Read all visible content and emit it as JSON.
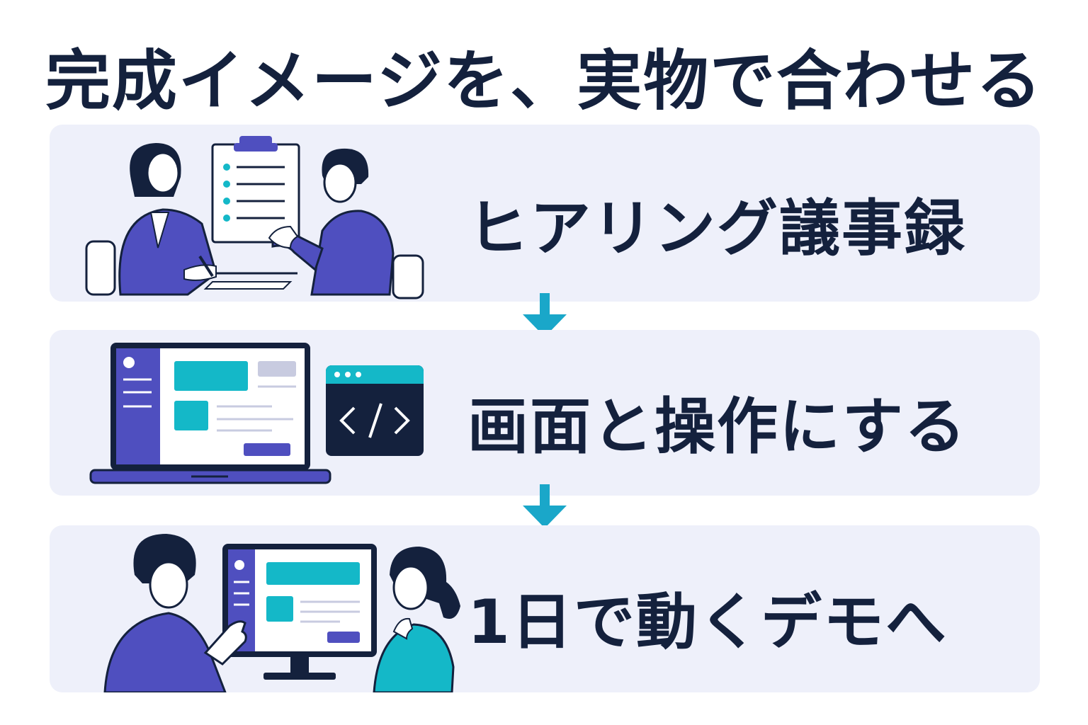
{
  "title": "完成イメージを、実物で合わせる",
  "steps": [
    {
      "label": "ヒアリング議事録",
      "icon": "meeting-illustration"
    },
    {
      "label": "画面と操作にする",
      "icon": "laptop-code-illustration"
    },
    {
      "label": "1日で動くデモへ",
      "icon": "demo-review-illustration"
    }
  ],
  "colors": {
    "navy": "#14213d",
    "indigo": "#4f4fbf",
    "teal": "#14b8c8",
    "panel": "#eef0fa",
    "arrow": "#1aa7c9"
  }
}
